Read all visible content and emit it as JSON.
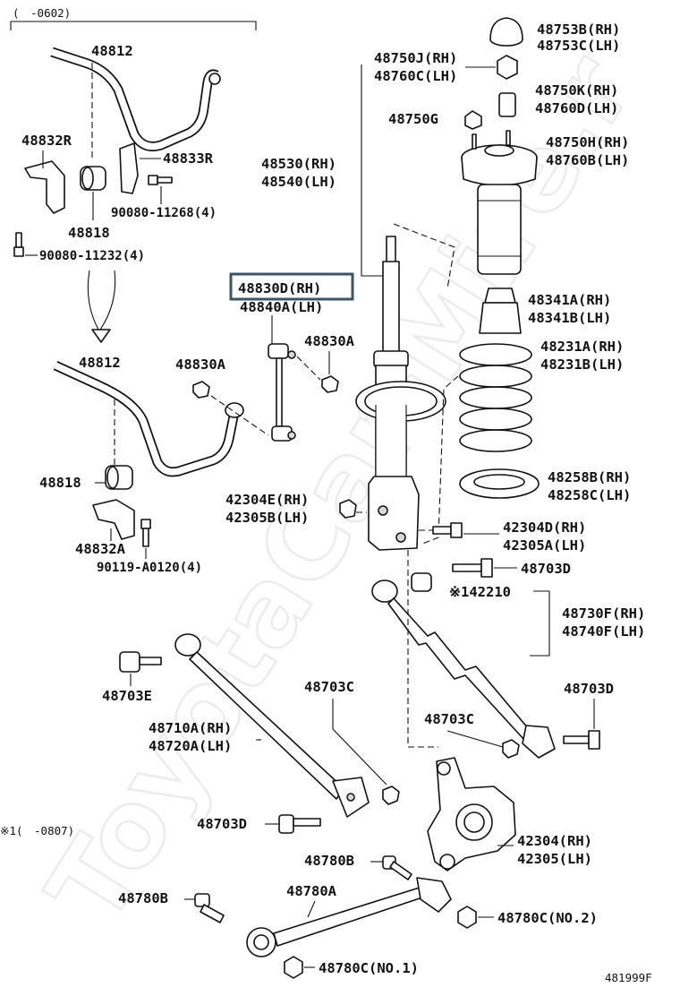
{
  "diagram_id": "481999F",
  "watermark": "ToyotaCar-Mire.r",
  "notes": {
    "top_date_range": "(　-0602)",
    "bottom_note": "※1(　-0807)"
  },
  "highlighted_part": "48830D(RH)",
  "labels": {
    "p48812_top": "48812",
    "p48832R": "48832R",
    "p48833R": "48833R",
    "p90080_11268": "90080-11268(4)",
    "p48818_top": "48818",
    "p90080_11232": "90080-11232(4)",
    "p48812_bot": "48812",
    "p48830A_left": "48830A",
    "p48830D": "48830D(RH)",
    "p48840A": "48840A(LH)",
    "p48830A_right": "48830A",
    "p48818_bot": "48818",
    "p48832A": "48832A",
    "p90119": "90119-A0120(4)",
    "p48753B": "48753B(RH)",
    "p48753C": "48753C(LH)",
    "p48750J": "48750J(RH)",
    "p48760C": "48760C(LH)",
    "p48750K": "48750K(RH)",
    "p48760D": "48760D(LH)",
    "p48750G": "48750G",
    "p48750H": "48750H(RH)",
    "p48760B": "48760B(LH)",
    "p48530": "48530(RH)",
    "p48540": "48540(LH)",
    "p48341A": "48341A(RH)",
    "p48341B": "48341B(LH)",
    "p48231A": "48231A(RH)",
    "p48231B": "48231B(LH)",
    "p48258B": "48258B(RH)",
    "p48258C": "48258C(LH)",
    "p42304E": "42304E(RH)",
    "p42305B": "42305B(LH)",
    "p42304D": "42304D(RH)",
    "p42305A": "42305A(LH)",
    "p48703D_a": "48703D",
    "p142210": "※142210",
    "p48730F": "48730F(RH)",
    "p48740F": "48740F(LH)",
    "p48703E": "48703E",
    "p48703C_a": "48703C",
    "p48703D_b": "48703D",
    "p48710A": "48710A(RH)",
    "p48720A": "48720A(LH)",
    "p48703C_b": "48703C",
    "p48703D_c": "48703D",
    "p42304": "42304(RH)",
    "p42305": "42305(LH)",
    "p48780B_a": "48780B",
    "p48780B_b": "48780B",
    "p48780A": "48780A",
    "p48780C_2": "48780C(NO.2)",
    "p48780C_1": "48780C(NO.1)"
  }
}
